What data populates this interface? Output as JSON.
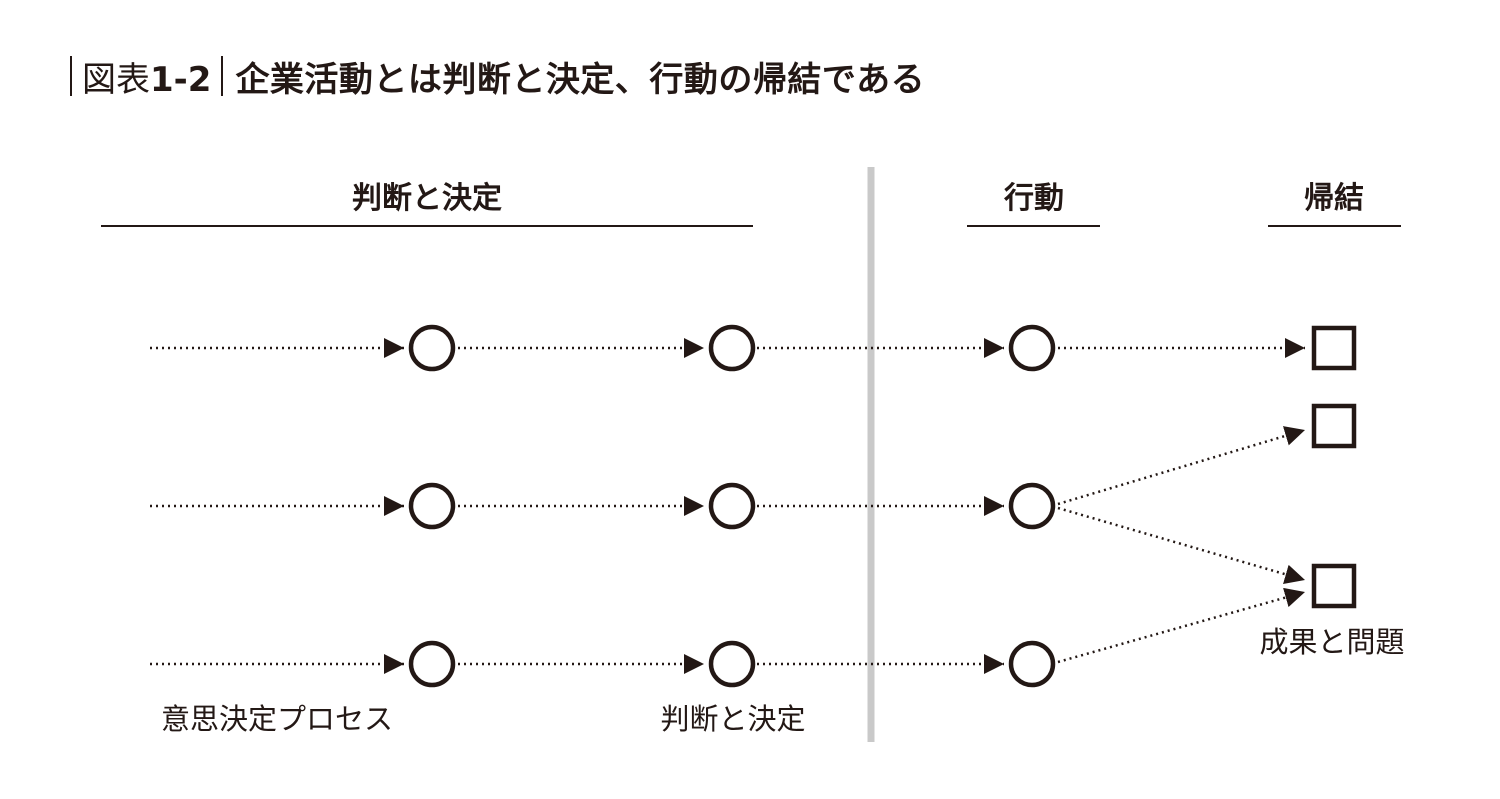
{
  "title": {
    "prefix": "図表",
    "number": "1-2",
    "caption": "企業活動とは判断と決定、行動の帰結である"
  },
  "headers": {
    "judgment": "判断と決定",
    "action": "行動",
    "outcome": "帰結"
  },
  "labels": {
    "process": "意思決定プロセス",
    "decision": "判断と決定",
    "results": "成果と問題"
  },
  "colors": {
    "ink": "#231815",
    "divider": "#c9c9c9"
  }
}
